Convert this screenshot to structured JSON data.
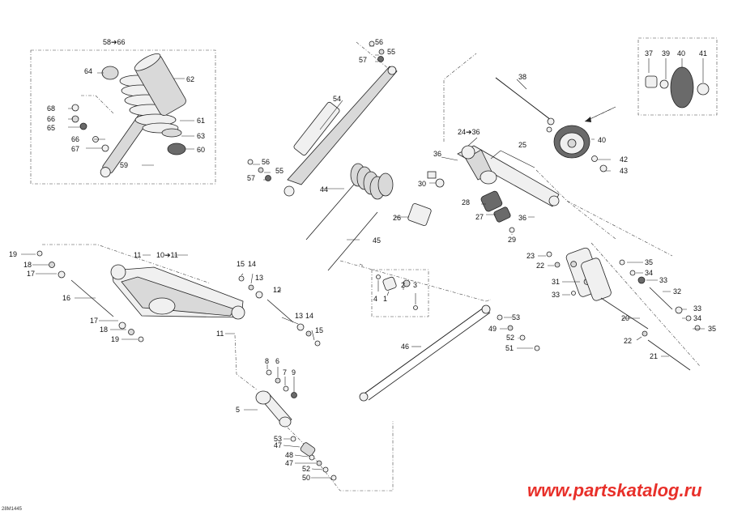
{
  "drawing_code": "28M1445",
  "watermark": "www.partskatalog.ru",
  "callouts": {
    "c58_66": "58➔66",
    "c64": "64",
    "c62": "62",
    "c68": "68",
    "c66a": "66",
    "c65": "65",
    "c66b": "66",
    "c67": "67",
    "c59": "59",
    "c61": "61",
    "c63": "63",
    "c60": "60",
    "c56a": "56",
    "c55a": "55",
    "c57a": "57",
    "c54": "54",
    "c56b": "56",
    "c55b": "55",
    "c57b": "57",
    "c44": "44",
    "c26": "26",
    "c45": "45",
    "c38": "38",
    "c37": "37",
    "c39": "39",
    "c40a": "40",
    "c41": "41",
    "c24_36": "24➔36",
    "c25": "25",
    "c36a": "36",
    "c30": "30",
    "c40b": "40",
    "c42": "42",
    "c43": "43",
    "c28": "28",
    "c27": "27",
    "c36b": "36",
    "c29": "29",
    "c19a": "19",
    "c18a": "18",
    "c17a": "17",
    "c16": "16",
    "c17b": "17",
    "c18b": "18",
    "c19b": "19",
    "c11a": "11",
    "c10_11": "10➔11",
    "c11b": "11",
    "c15a": "15",
    "c14a": "14",
    "c13a": "13",
    "c12": "12",
    "c13b": "13",
    "c14b": "14",
    "c15b": "15",
    "c4": "4",
    "c1": "1",
    "c2": "2",
    "c3": "3",
    "c8": "8",
    "c6": "6",
    "c7": "7",
    "c9": "9",
    "c5": "5",
    "c53a": "53",
    "c47a": "47",
    "c48": "48",
    "c47b": "47",
    "c52a": "52",
    "c50": "50",
    "c46": "46",
    "c53b": "53",
    "c49": "49",
    "c52b": "52",
    "c51": "51",
    "c23": "23",
    "c22a": "22",
    "c31": "31",
    "c33a": "33",
    "c35a": "35",
    "c34a": "34",
    "c33b": "33",
    "c32": "32",
    "c33c": "33",
    "c34b": "34",
    "c35b": "35",
    "c20": "20",
    "c22b": "22",
    "c21": "21"
  }
}
